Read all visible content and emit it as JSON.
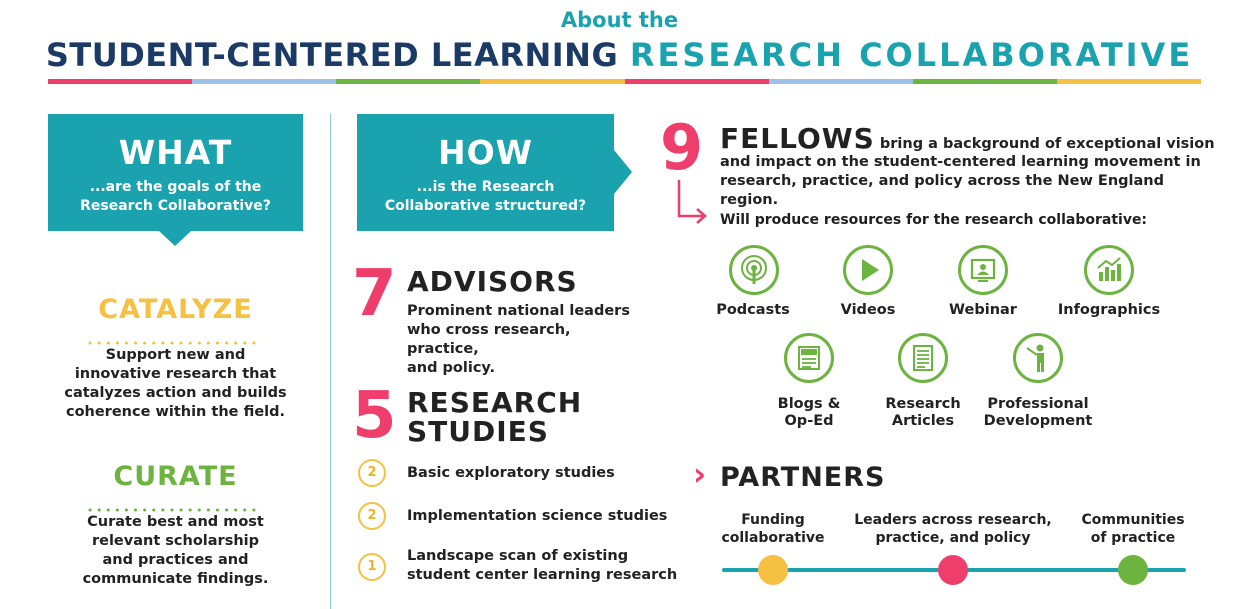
{
  "header": {
    "about": "About the",
    "title_part1": "STUDENT-CENTERED LEARNING",
    "title_part2": "RESEARCH COLLABORATIVE",
    "stripe_colors": [
      "#ef3e6b",
      "#9ec0e8",
      "#6cb33f",
      "#f6c042",
      "#ef3e6b",
      "#9ec0e8",
      "#6cb33f",
      "#f6c042"
    ]
  },
  "what": {
    "heading": "WHAT",
    "subtitle_line1": "...are the goals of the",
    "subtitle_line2": "Research Collaborative?"
  },
  "goals": [
    {
      "title": "CATALYZE",
      "color": "#f6c042",
      "lines": [
        "Support new and",
        "innovative research that",
        "catalyzes action and builds",
        "coherence within the field."
      ]
    },
    {
      "title": "CURATE",
      "color": "#6cb33f",
      "lines": [
        "Curate best and most",
        "relevant scholarship",
        "and practices and",
        "communicate findings."
      ]
    }
  ],
  "how": {
    "heading": "HOW",
    "subtitle_line1": "...is the Research",
    "subtitle_line2": "Collaborative structured?"
  },
  "advisors": {
    "number": "7",
    "title": "ADVISORS",
    "lines": [
      "Prominent national leaders",
      "who cross research, practice,",
      "and policy."
    ]
  },
  "research": {
    "number": "5",
    "title_line1": "RESEARCH",
    "title_line2": "STUDIES",
    "items": [
      {
        "count": "2",
        "lines": [
          "Basic exploratory studies"
        ]
      },
      {
        "count": "2",
        "lines": [
          "Implementation science studies"
        ]
      },
      {
        "count": "1",
        "lines": [
          "Landscape scan of existing",
          "student center learning research"
        ]
      }
    ]
  },
  "fellows": {
    "number": "9",
    "title": "FELLOWS",
    "desc_inline": "bring a background of exceptional vision",
    "desc_line2": "and impact on the student-centered learning movement in",
    "desc_line3": "research, practice, and policy across the New England region.",
    "resources_label": "Will produce resources for the research collaborative:",
    "resources": [
      {
        "icon": "podcast-icon",
        "lines": [
          "Podcasts"
        ]
      },
      {
        "icon": "video-play-icon",
        "lines": [
          "Videos"
        ]
      },
      {
        "icon": "webinar-icon",
        "lines": [
          "Webinar"
        ]
      },
      {
        "icon": "infographic-chart-icon",
        "lines": [
          "Infographics"
        ]
      },
      {
        "icon": "newspaper-icon",
        "lines": [
          "Blogs &",
          "Op-Ed"
        ]
      },
      {
        "icon": "document-icon",
        "lines": [
          "Research",
          "Articles"
        ]
      },
      {
        "icon": "presenter-icon",
        "lines": [
          "Professional",
          "Development"
        ]
      }
    ],
    "icon_color": "#6cb33f"
  },
  "partners": {
    "marker": "›",
    "title": "PARTNERS",
    "items": [
      {
        "lines": [
          "Funding",
          "collaborative"
        ],
        "color": "#f6c042"
      },
      {
        "lines": [
          "Leaders across research,",
          "practice, and policy"
        ],
        "color": "#ef3e6b"
      },
      {
        "lines": [
          "Communities",
          "of practice"
        ],
        "color": "#6cb33f"
      }
    ]
  }
}
